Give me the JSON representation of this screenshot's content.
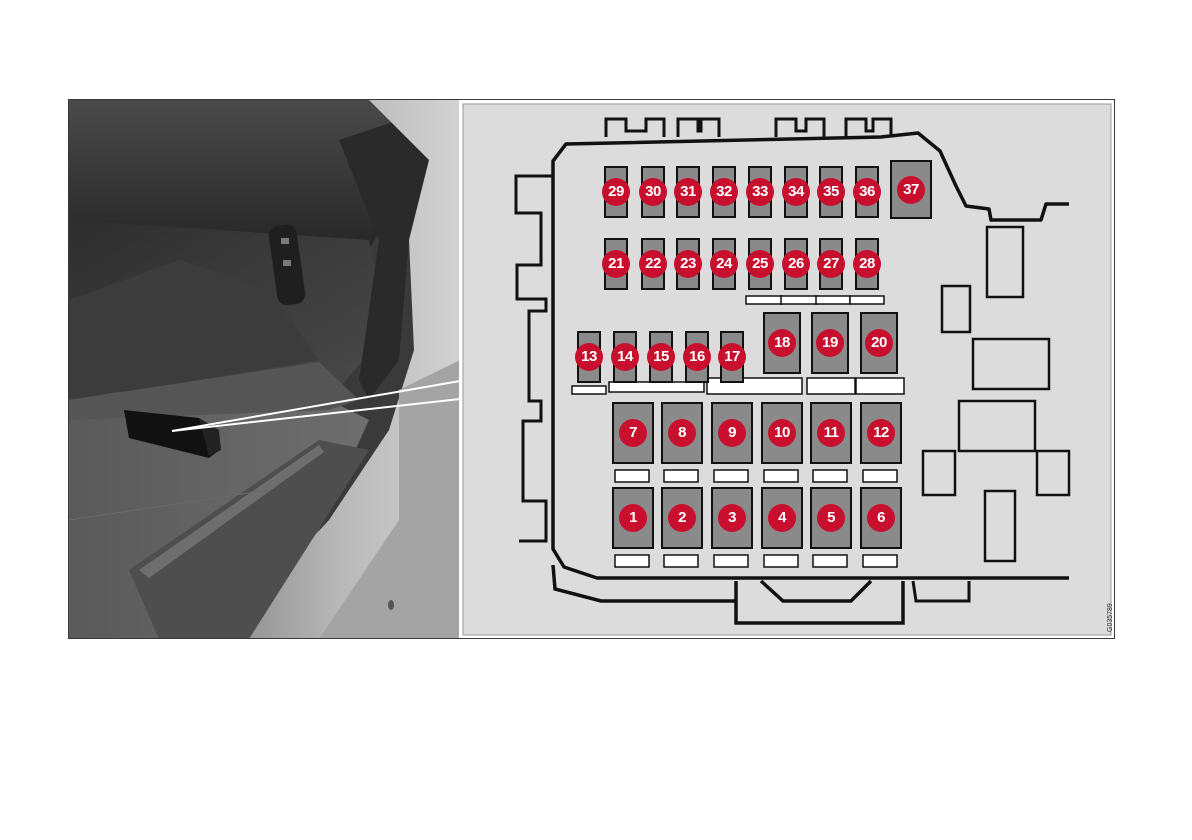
{
  "image_code": "G035789",
  "colors": {
    "fuse_label": "#c8102e",
    "fuse_body": "#8a8a8a",
    "panel_background": "#dcdcdc",
    "outline": "#111111"
  },
  "fuse_labels": [
    "1",
    "2",
    "3",
    "4",
    "5",
    "6",
    "7",
    "8",
    "9",
    "10",
    "11",
    "12",
    "13",
    "14",
    "15",
    "16",
    "17",
    "18",
    "19",
    "20",
    "21",
    "22",
    "23",
    "24",
    "25",
    "26",
    "27",
    "28",
    "29",
    "30",
    "31",
    "32",
    "33",
    "34",
    "35",
    "36",
    "37"
  ]
}
